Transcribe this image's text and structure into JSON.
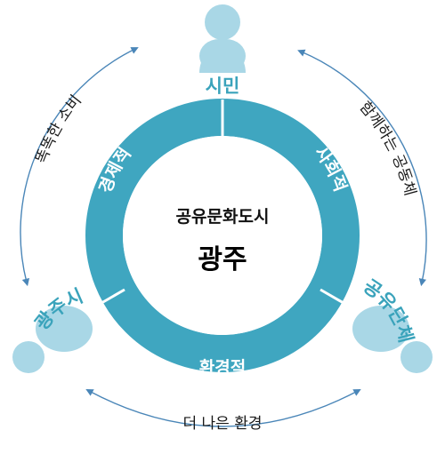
{
  "colors": {
    "ring": "#3fa6c0",
    "divider": "#ffffff",
    "person_light": "#a9d7e6",
    "person_dark": "#8cc6da",
    "arrow": "#4a86b8",
    "actor_label": "#3aa3bb"
  },
  "center": {
    "subtitle": "공유문화도시",
    "title": "광주"
  },
  "ring_labels": {
    "economic": "경제적",
    "social": "사회적",
    "environmental": "환경적"
  },
  "actors": {
    "citizen": "시민",
    "city": "광주시",
    "organization": "공유단체"
  },
  "relations": {
    "smart_consumption": "똑똑한 소비",
    "together_community": "함께하는 공동체",
    "better_environment": "더 나은 환경"
  },
  "icons": [
    "person-icon",
    "arrow-icon"
  ]
}
